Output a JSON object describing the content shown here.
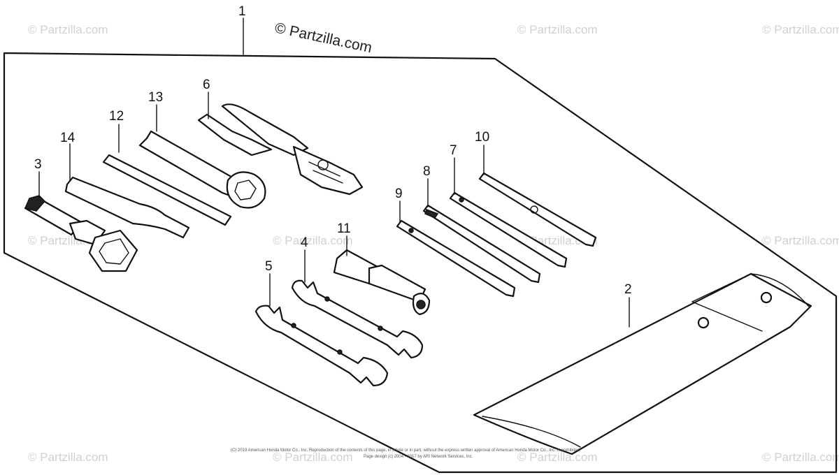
{
  "watermark": {
    "main": "© Partzilla.com",
    "tile": "© Partzilla.com"
  },
  "callouts": {
    "c1": "1",
    "c2": "2",
    "c3": "3",
    "c4": "4",
    "c5": "5",
    "c6": "6",
    "c7": "7",
    "c8": "8",
    "c9": "9",
    "c10": "10",
    "c11": "11",
    "c12": "12",
    "c13": "13",
    "c14": "14"
  },
  "footer": {
    "line1": "(C) 2019 American Honda Motor Co., Inc. Reproduction of the contents of this page, in whole or in part, without the express written approval of American Honda Motor Co., Inc. is prohibited.",
    "line2": "Page design (c) 2004 - 2017 by ARI Network Services, Inc."
  },
  "colors": {
    "ink": "#111111",
    "watermark": "#d0d0d0",
    "background": "#ffffff"
  }
}
